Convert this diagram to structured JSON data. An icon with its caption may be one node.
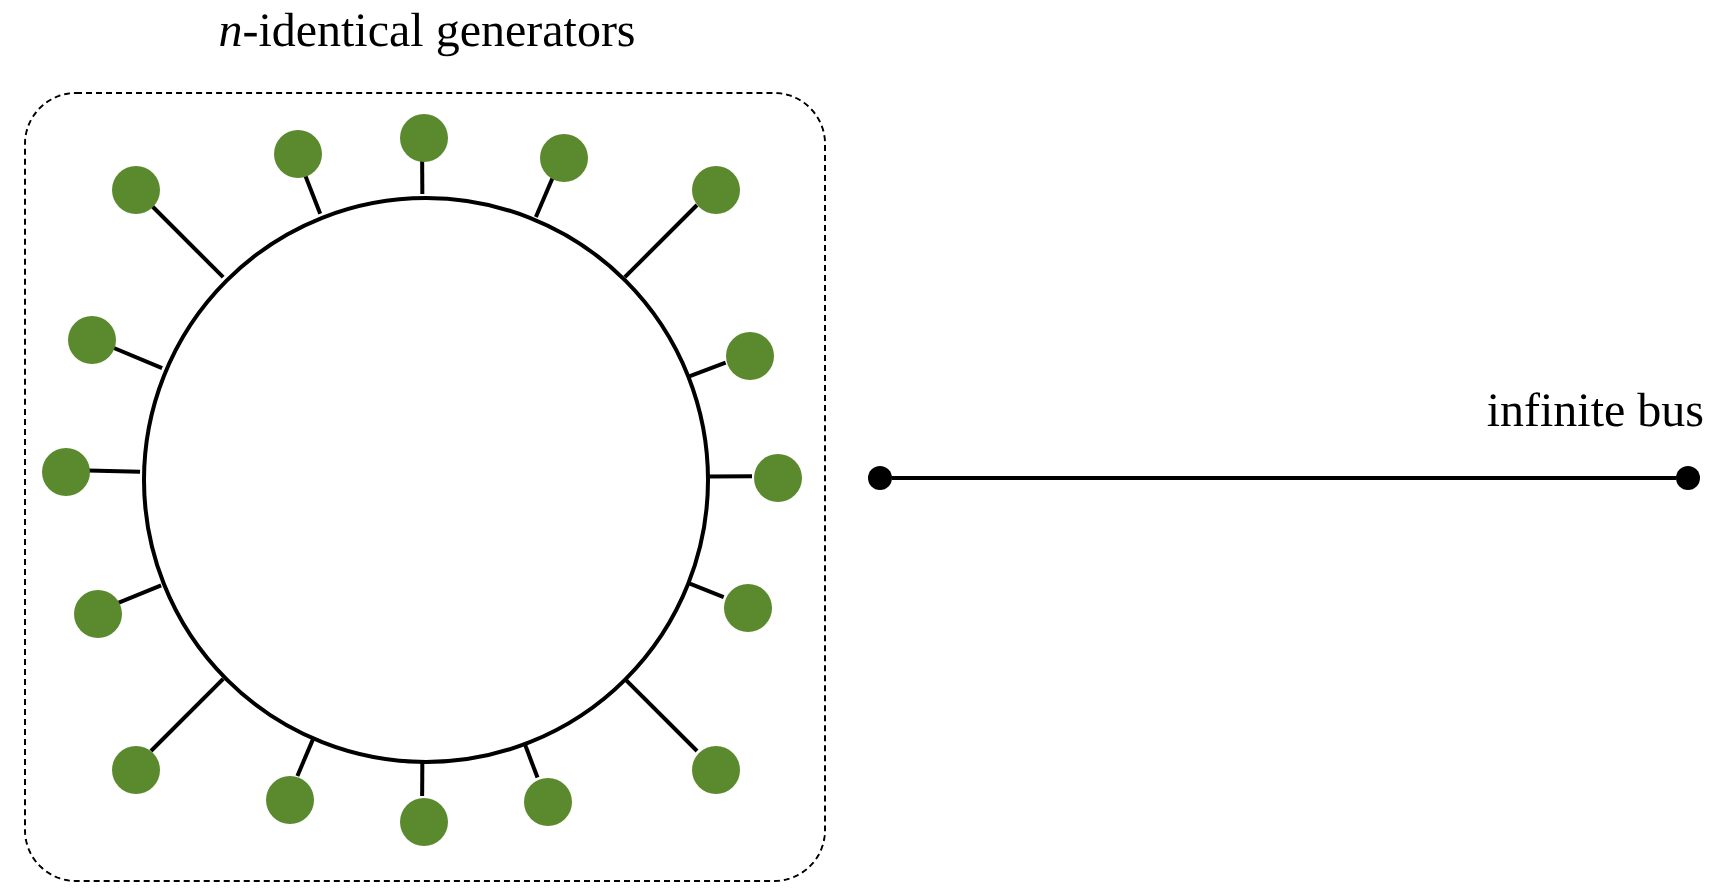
{
  "diagram": {
    "nodes": [
      {
        "text": [
          "*n*-identical generators"
        ]
      },
      {
        "text": [],
        "shape": "circle",
        "in": 0
      },
      {
        "text": [],
        "shape": "circle",
        "in": 0
      },
      {
        "text": [],
        "shape": "circle",
        "in": 0
      },
      {
        "text": [],
        "shape": "circle",
        "in": 0
      },
      {
        "text": [],
        "shape": "circle",
        "in": 0
      },
      {
        "text": [],
        "shape": "circle",
        "in": 0
      },
      {
        "text": [],
        "shape": "circle",
        "in": 0
      },
      {
        "text": [],
        "shape": "circle",
        "in": 0
      },
      {
        "text": [],
        "shape": "circle",
        "in": 0
      },
      {
        "text": [],
        "shape": "circle",
        "in": 0
      },
      {
        "text": [],
        "shape": "circle",
        "in": 0
      },
      {
        "text": [],
        "shape": "circle",
        "in": 0
      },
      {
        "text": [],
        "shape": "circle",
        "in": 0
      },
      {
        "text": [],
        "shape": "circle",
        "in": 0
      },
      {
        "text": [],
        "shape": "circle",
        "in": 0
      },
      {
        "text": [],
        "shape": "circle",
        "in": 0
      },
      {
        "text": [],
        "shape": "circle",
        "in": 0
      },
      {
        "text": [],
        "shape": "circle"
      },
      {
        "text": [],
        "shape": "circle"
      }
    ],
    "edges": [
      {
        "from": 1,
        "to": 2,
        "arrow": "none"
      },
      {
        "from": 1,
        "to": 3,
        "arrow": "none"
      },
      {
        "from": 1,
        "to": 4,
        "arrow": "none"
      },
      {
        "from": 1,
        "to": 5,
        "arrow": "none"
      },
      {
        "from": 1,
        "to": 6,
        "arrow": "none"
      },
      {
        "from": 1,
        "to": 7,
        "arrow": "none"
      },
      {
        "from": 1,
        "to": 8,
        "arrow": "none"
      },
      {
        "from": 1,
        "to": 9,
        "arrow": "none"
      },
      {
        "from": 1,
        "to": 10,
        "arrow": "none"
      },
      {
        "from": 1,
        "to": 11,
        "arrow": "none"
      },
      {
        "from": 1,
        "to": 12,
        "arrow": "none"
      },
      {
        "from": 1,
        "to": 13,
        "arrow": "none"
      },
      {
        "from": 1,
        "to": 14,
        "arrow": "none"
      },
      {
        "from": 1,
        "to": 15,
        "arrow": "none"
      },
      {
        "from": 1,
        "to": 16,
        "arrow": "none"
      },
      {
        "from": 1,
        "to": 17,
        "arrow": "none"
      },
      {
        "from": 18,
        "to": 19,
        "arrow": "none"
      }
    ],
    "labels": [
      "infinite bus"
    ]
  }
}
